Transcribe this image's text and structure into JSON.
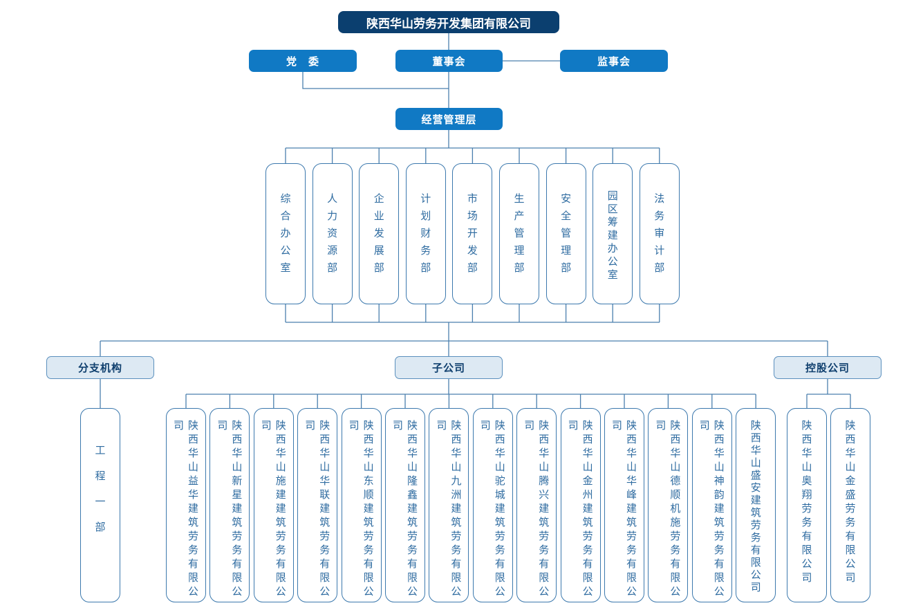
{
  "top": "陕西华山劳务开发集团有限公司",
  "party": "党　委",
  "board": "董事会",
  "supervisory": "监事会",
  "management": "经营管理层",
  "departments": [
    "综合办公室",
    "人力资源部",
    "企业发展部",
    "计划财务部",
    "市场开发部",
    "生产管理部",
    "安全管理部",
    "园区筹建办公室",
    "法务审计部"
  ],
  "branch": {
    "label": "分支机构",
    "units": [
      "工程一部"
    ]
  },
  "subsidiaries": {
    "label": "子公司",
    "companies": [
      "陕西华山益华建筑劳务有限公司",
      "陕西华山新星建筑劳务有限公司",
      "陕西华山施建建筑劳务有限公司",
      "陕西华山华联建筑劳务有限公司",
      "陕西华山东顺建筑劳务有限公司",
      "陕西华山隆鑫建筑劳务有限公司",
      "陕西华山九洲建筑劳务有限公司",
      "陕西华山驼城建筑劳务有限公司",
      "陕西华山腾兴建筑劳务有限公司",
      "陕西华山金州建筑劳务有限公司",
      "陕西华山华峰建筑劳务有限公司",
      "陕西华山德顺机施劳务有限公司",
      "陕西华山神韵建筑劳务有限公司",
      "陕西华山盛安建筑劳务有限公司"
    ]
  },
  "holdings": {
    "label": "控股公司",
    "companies": [
      "陕西华山奥翔劳务有限公司",
      "陕西华山金盛劳务有限公司"
    ]
  },
  "colors": {
    "title_bg": "#0b3f6f",
    "primary": "#1079c4",
    "light": "#dde9f3",
    "line": "#4a7fae",
    "text": "#2e6ba0"
  }
}
